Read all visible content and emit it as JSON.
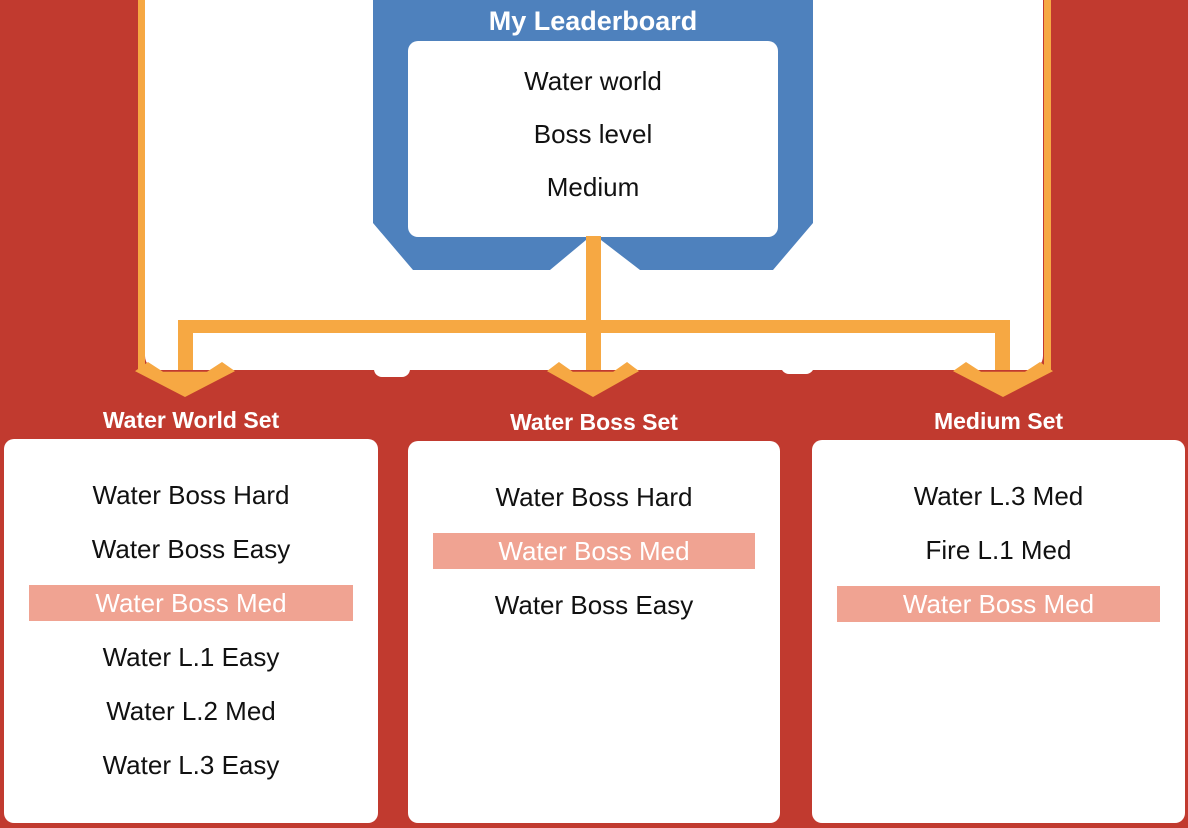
{
  "colors": {
    "red": "#C13A2F",
    "blue": "#4E81BD",
    "orange": "#F6A843",
    "salmon": "#F0A392"
  },
  "node": {
    "title": "My Leaderboard",
    "fields": [
      "Water world",
      "Boss level",
      "Medium"
    ]
  },
  "sets": [
    {
      "header": "Water World Set",
      "items": [
        {
          "label": "Water Boss Hard",
          "highlighted": false
        },
        {
          "label": "Water Boss Easy",
          "highlighted": false
        },
        {
          "label": "Water Boss Med",
          "highlighted": true
        },
        {
          "label": "Water L.1 Easy",
          "highlighted": false
        },
        {
          "label": "Water L.2 Med",
          "highlighted": false
        },
        {
          "label": "Water L.3 Easy",
          "highlighted": false
        }
      ]
    },
    {
      "header": "Water Boss Set",
      "items": [
        {
          "label": "Water Boss Hard",
          "highlighted": false
        },
        {
          "label": "Water Boss Med",
          "highlighted": true
        },
        {
          "label": "Water Boss Easy",
          "highlighted": false
        }
      ]
    },
    {
      "header": "Medium Set",
      "items": [
        {
          "label": "Water L.3 Med",
          "highlighted": false
        },
        {
          "label": "Fire L.1 Med",
          "highlighted": false
        },
        {
          "label": "Water Boss Med",
          "highlighted": true
        }
      ]
    }
  ]
}
